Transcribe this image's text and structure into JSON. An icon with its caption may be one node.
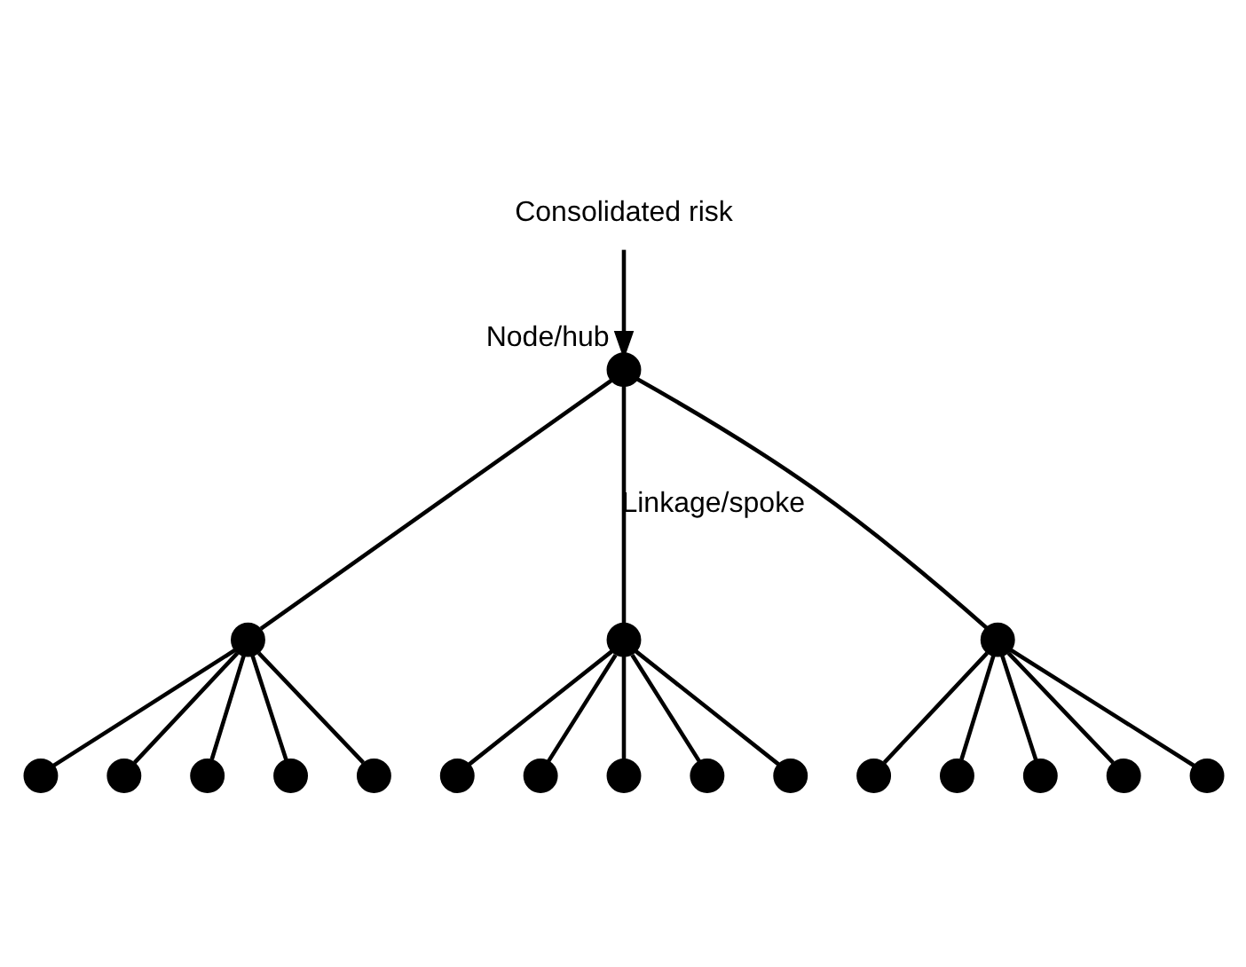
{
  "diagram": {
    "nodes": [
      {
        "text": [
          "Consolidated risk"
        ]
      },
      {
        "text": [],
        "shape": "circle",
        "beside": [
          "Node/hub"
        ]
      },
      {
        "text": [],
        "shape": "circle"
      },
      {
        "text": [],
        "shape": "circle"
      },
      {
        "text": [],
        "shape": "circle"
      },
      {
        "text": [],
        "shape": "circle"
      },
      {
        "text": [],
        "shape": "circle"
      },
      {
        "text": [],
        "shape": "circle"
      },
      {
        "text": [],
        "shape": "circle"
      },
      {
        "text": [],
        "shape": "circle"
      },
      {
        "text": [],
        "shape": "circle"
      },
      {
        "text": [],
        "shape": "circle"
      },
      {
        "text": [],
        "shape": "circle"
      },
      {
        "text": [],
        "shape": "circle"
      },
      {
        "text": [],
        "shape": "circle"
      },
      {
        "text": [],
        "shape": "circle"
      },
      {
        "text": [],
        "shape": "circle"
      },
      {
        "text": [],
        "shape": "circle"
      },
      {
        "text": [],
        "shape": "circle"
      },
      {
        "text": [],
        "shape": "circle"
      }
    ],
    "edges": [
      {
        "from": 0,
        "to": 1,
        "arrow": "to"
      },
      {
        "from": 1,
        "to": 2,
        "arrow": "none"
      },
      {
        "from": 1,
        "to": 8,
        "arrow": "none",
        "label": "Linkage/spoke"
      },
      {
        "from": 1,
        "to": 14,
        "arrow": "none"
      },
      {
        "from": 2,
        "to": 3,
        "arrow": "none"
      },
      {
        "from": 2,
        "to": 4,
        "arrow": "none"
      },
      {
        "from": 2,
        "to": 5,
        "arrow": "none"
      },
      {
        "from": 2,
        "to": 6,
        "arrow": "none"
      },
      {
        "from": 2,
        "to": 7,
        "arrow": "none"
      },
      {
        "from": 8,
        "to": 9,
        "arrow": "none"
      },
      {
        "from": 8,
        "to": 10,
        "arrow": "none"
      },
      {
        "from": 8,
        "to": 11,
        "arrow": "none"
      },
      {
        "from": 8,
        "to": 12,
        "arrow": "none"
      },
      {
        "from": 8,
        "to": 13,
        "arrow": "none"
      },
      {
        "from": 14,
        "to": 15,
        "arrow": "none"
      },
      {
        "from": 14,
        "to": 16,
        "arrow": "none"
      },
      {
        "from": 14,
        "to": 17,
        "arrow": "none"
      },
      {
        "from": 14,
        "to": 18,
        "arrow": "none"
      },
      {
        "from": 14,
        "to": 19,
        "arrow": "none"
      }
    ]
  }
}
